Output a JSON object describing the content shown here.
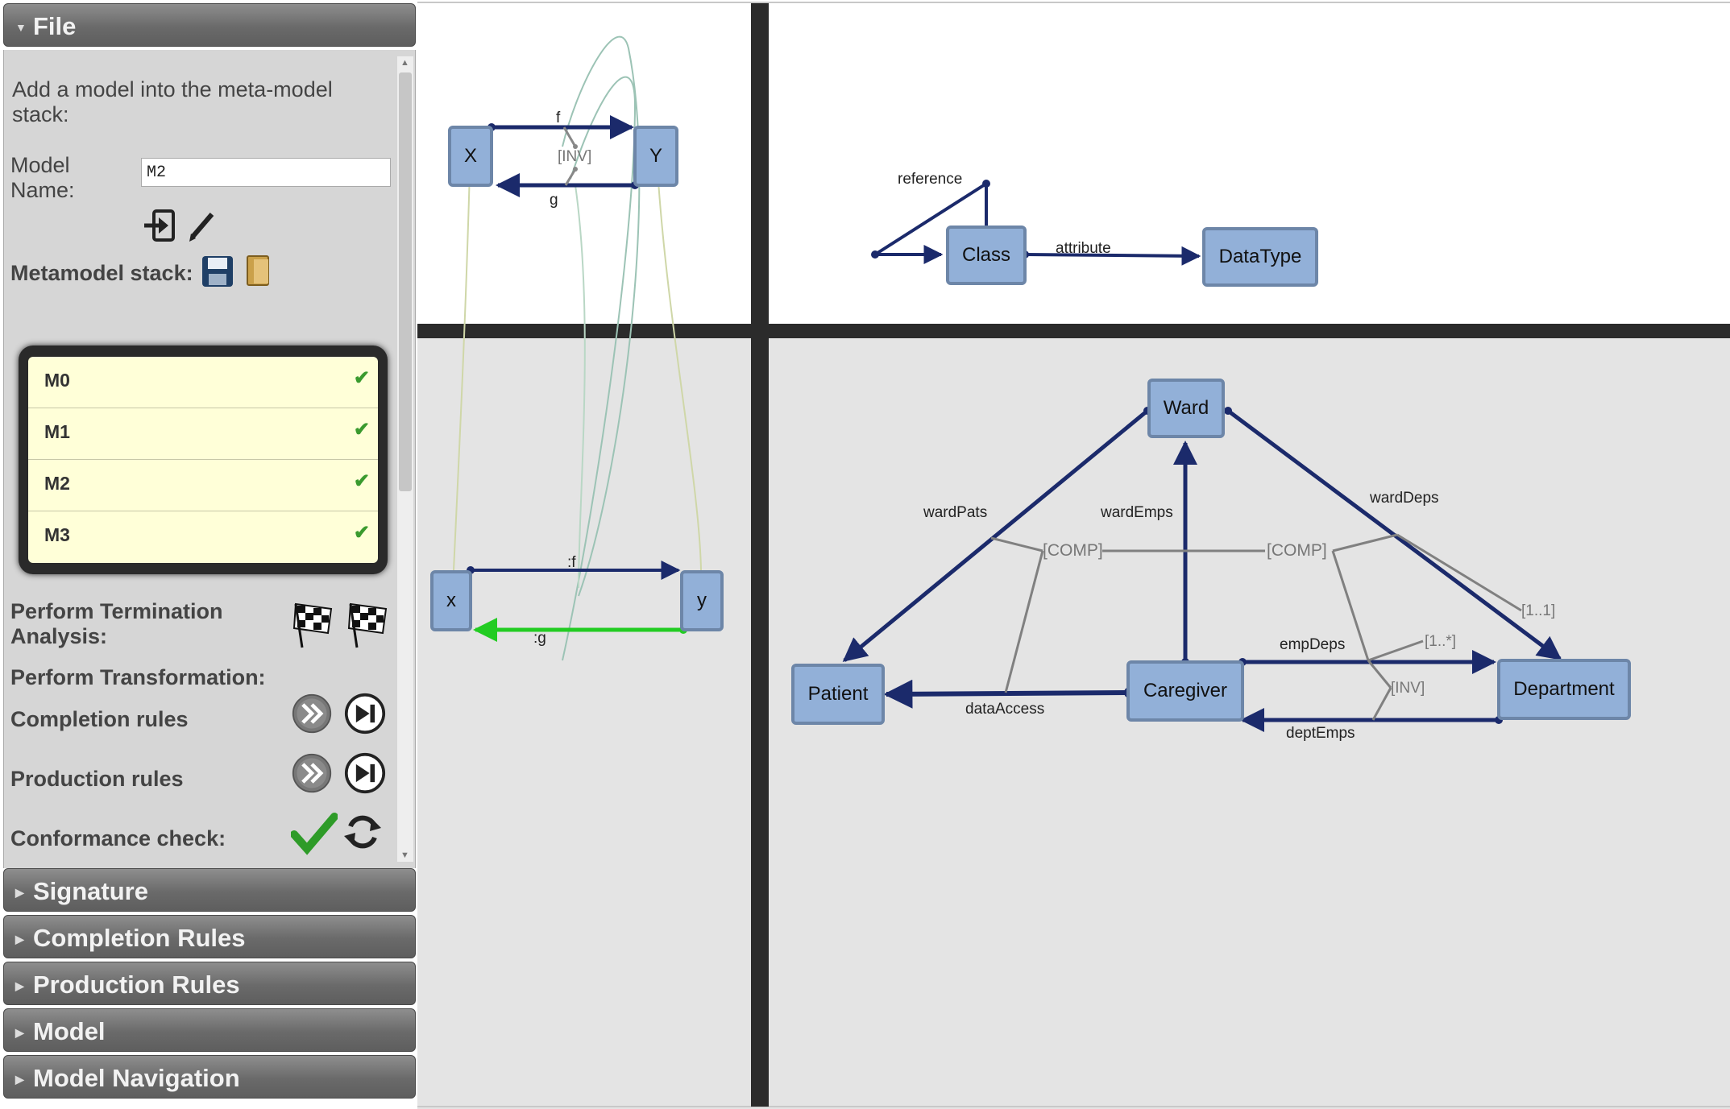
{
  "accordion": {
    "file_title": "File",
    "sections": [
      "Signature",
      "Completion Rules",
      "Production Rules",
      "Model",
      "Model Navigation"
    ]
  },
  "file_panel": {
    "intro": "Add a model into the meta-model stack:",
    "model_name_label": "Model Name:",
    "model_name_value": "M2",
    "metamodel_stack_label": "Metamodel stack:",
    "stack": [
      {
        "name": "M0",
        "checked": true
      },
      {
        "name": "M1",
        "checked": true
      },
      {
        "name": "M2",
        "checked": true
      },
      {
        "name": "M3",
        "checked": true
      }
    ],
    "termination_label": "Perform Termination Analysis:",
    "transformation_label": "Perform Transformation:",
    "completion_rules_label": "Completion rules",
    "production_rules_label": "Production rules",
    "conformance_label": "Conformance check:"
  },
  "diagram": {
    "top_left": {
      "nodes": {
        "x_upper": "X",
        "y_upper": "Y"
      },
      "labels": {
        "f": "f",
        "inv": "[INV]",
        "g": "g"
      }
    },
    "top_right": {
      "nodes": {
        "class": "Class",
        "datatype": "DataType"
      },
      "labels": {
        "reference": "reference",
        "attribute": "attribute"
      }
    },
    "bottom_left": {
      "nodes": {
        "x_lower": "x",
        "y_lower": "y"
      },
      "labels": {
        "f": ":f",
        "g": ":g"
      }
    },
    "bottom_right": {
      "nodes": {
        "ward": "Ward",
        "patient": "Patient",
        "caregiver": "Caregiver",
        "department": "Department"
      },
      "labels": {
        "wardPats": "wardPats",
        "wardEmps": "wardEmps",
        "wardDeps": "wardDeps",
        "comp1": "[COMP]",
        "comp2": "[COMP]",
        "mult_11": "[1..1]",
        "mult_1n": "[1..*]",
        "inv": "[INV]",
        "empDeps": "empDeps",
        "dataAccess": "dataAccess",
        "deptEmps": "deptEmps"
      }
    },
    "colors": {
      "edge": "#1b2a6b",
      "node_fill": "#92b0d8",
      "node_border": "#6d86a8",
      "highlight": "#22cc22",
      "grid_line": "#2b2b2b"
    }
  }
}
